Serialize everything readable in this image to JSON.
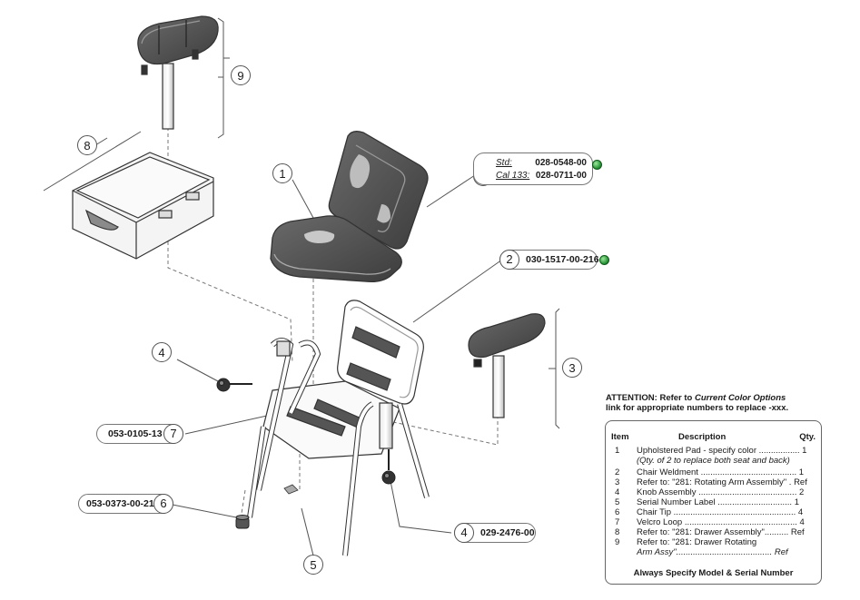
{
  "callouts": [
    {
      "id": "9",
      "label": "9"
    },
    {
      "id": "8",
      "label": "8"
    },
    {
      "id": "1a",
      "label": "1"
    },
    {
      "id": "1b",
      "label": "1"
    },
    {
      "id": "2",
      "label": "2"
    },
    {
      "id": "3",
      "label": "3"
    },
    {
      "id": "4a",
      "label": "4"
    },
    {
      "id": "4b",
      "label": "4"
    },
    {
      "id": "5",
      "label": "5"
    },
    {
      "id": "6",
      "label": "6"
    },
    {
      "id": "7",
      "label": "7"
    }
  ],
  "std_part": {
    "std_label": "Std:",
    "std_value": "028-0548-00",
    "cal_label": "Cal 133:",
    "cal_value": "028-0711-00"
  },
  "part_numbers": {
    "p2": "030-1517-00-216",
    "p7": "053-0105-13",
    "p6": "053-0373-00-216",
    "p4": "029-2476-00"
  },
  "attention": {
    "line1_prefix": "ATTENTION:  Refer to ",
    "line1_italic": "Current Color Options",
    "line2": "link for appropriate numbers to replace -xxx."
  },
  "parts_list": {
    "col_item": "Item",
    "col_desc": "Description",
    "col_qty": "Qty.",
    "rows": [
      {
        "item": "1",
        "desc": "Upholstered Pad - specify color ................. 1"
      },
      {
        "item": "",
        "desc": "   (Qty. of 2 to replace both seat and back)"
      },
      {
        "item": "2",
        "desc": "Chair Weldment ........................................ 1"
      },
      {
        "item": "3",
        "desc": "Refer to: \"281: Rotating Arm Assembly\" . Ref"
      },
      {
        "item": "4",
        "desc": "Knob Assembly ......................................... 2"
      },
      {
        "item": "5",
        "desc": "Serial Number Label ............................... 1"
      },
      {
        "item": "6",
        "desc": "Chair Tip ................................................... 4"
      },
      {
        "item": "7",
        "desc": "Velcro Loop ............................................... 4"
      },
      {
        "item": "8",
        "desc": "Refer to: \"281: Drawer Assembly\".......... Ref"
      },
      {
        "item": "9",
        "desc": "Refer to: \"281: Drawer Rotating"
      },
      {
        "item": "",
        "desc": "      Arm Assy\"........................................ Ref"
      }
    ],
    "footer": "Always Specify Model & Serial Number"
  }
}
